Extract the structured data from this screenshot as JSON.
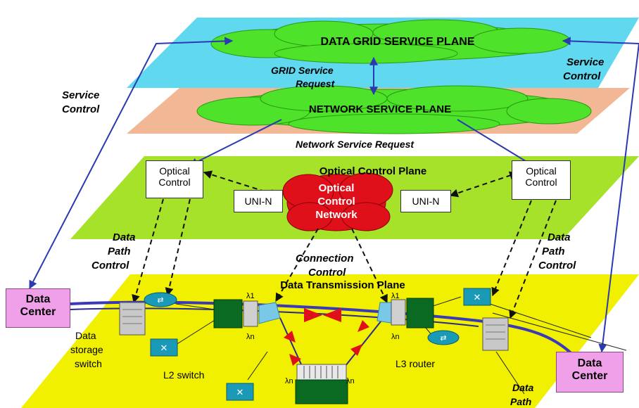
{
  "planes": {
    "data_grid": "DATA GRID SERVICE PLANE",
    "network": "NETWORK SERVICE PLANE",
    "optical_control": "Optical Control Plane",
    "data_transmission": "Data Transmission Plane"
  },
  "cloud_label": {
    "line1": "Optical",
    "line2": "Control",
    "line3": "Network"
  },
  "labels": {
    "grid_service_request_1": "GRID Service",
    "grid_service_request_2": "Request",
    "network_service_request": "Network Service Request",
    "service_control_left_1": "Service",
    "service_control_left_2": "Control",
    "service_control_right_1": "Service",
    "service_control_right_2": "Control",
    "data_path_control_left_1": "Data",
    "data_path_control_left_2": "Path",
    "data_path_control_left_3": "Control",
    "data_path_control_right_1": "Data",
    "data_path_control_right_2": "Path",
    "data_path_control_right_3": "Control",
    "connection_control_1": "Connection",
    "connection_control_2": "Control",
    "data_storage_switch_1": "Data",
    "data_storage_switch_2": "storage",
    "data_storage_switch_3": "switch",
    "l2_switch": "L2 switch",
    "l3_router": "L3 router",
    "data_path_1": "Data",
    "data_path_2": "Path",
    "lambda_1": "λ1",
    "lambda_n": "λn"
  },
  "boxes": {
    "optical_control_left": {
      "line1": "Optical",
      "line2": "Control"
    },
    "optical_control_right": {
      "line1": "Optical",
      "line2": "Control"
    },
    "uni_n_left": "UNI-N",
    "uni_n_right": "UNI-N"
  },
  "data_centers": {
    "left": {
      "line1": "Data",
      "line2": "Center"
    },
    "right": {
      "line1": "Data",
      "line2": "Center"
    }
  },
  "colors": {
    "data_grid_plane": "#5fd8f0",
    "network_plane": "#f2b896",
    "optical_plane": "#a6e22a",
    "transmission_plane": "#f0f000",
    "cloud_green": "#4ee22a",
    "cloud_red": "#e0101a",
    "data_center": "#f0a0e8",
    "link_blue": "#2b3ab0",
    "router_teal": "#1a9ab6",
    "switch_green": "#0a6a22"
  }
}
